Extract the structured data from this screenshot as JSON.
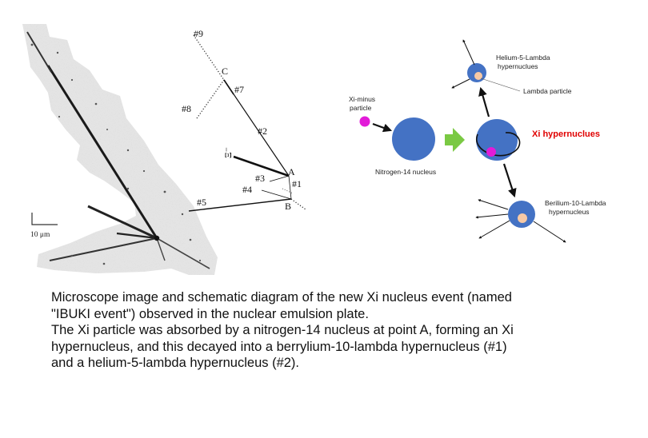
{
  "micrograph": {
    "scale_label": "10 μm"
  },
  "schematic": {
    "labels": {
      "t9": "#9",
      "t8": "#8",
      "t7": "#7",
      "t2": "#2",
      "t3": "#3",
      "t4": "#4",
      "t1": "#1",
      "t5": "#5",
      "pointA": "A",
      "pointB": "B",
      "pointC": "C",
      "xi": "Ξ⁻"
    }
  },
  "reaction": {
    "xi_minus_line1": "Xi-minus",
    "xi_minus_line2": "particle",
    "nitrogen": "Nitrogen-14 nucleus",
    "xi_hyper": "Xi hypernuclues",
    "helium_line1": "Helium-5-Lambda",
    "helium_line2": "hypernuclues",
    "lambda": "Lambda particle",
    "beryllium_line1": "Berilium-10-Lambda",
    "beryllium_line2": "hypernucleus",
    "colors": {
      "nucleus": "#4472C4",
      "xi_particle": "#E21BD8",
      "lambda": "#F7C9A5",
      "arrow": "#7AC943",
      "highlight_text": "#E00000"
    }
  },
  "caption": {
    "line1": "Microscope image and schematic diagram of the new Xi nucleus event (named",
    "line2": "\"IBUKI event\") observed in the nuclear emulsion plate.",
    "line3": "The Xi particle was absorbed by a nitrogen-14 nucleus at point A, forming an Xi",
    "line4": "hypernucleus, and this decayed into a berrylium-10-lambda hypernucleus (#1)",
    "line5": "and a helium-5-lambda hypernucleus (#2)."
  }
}
